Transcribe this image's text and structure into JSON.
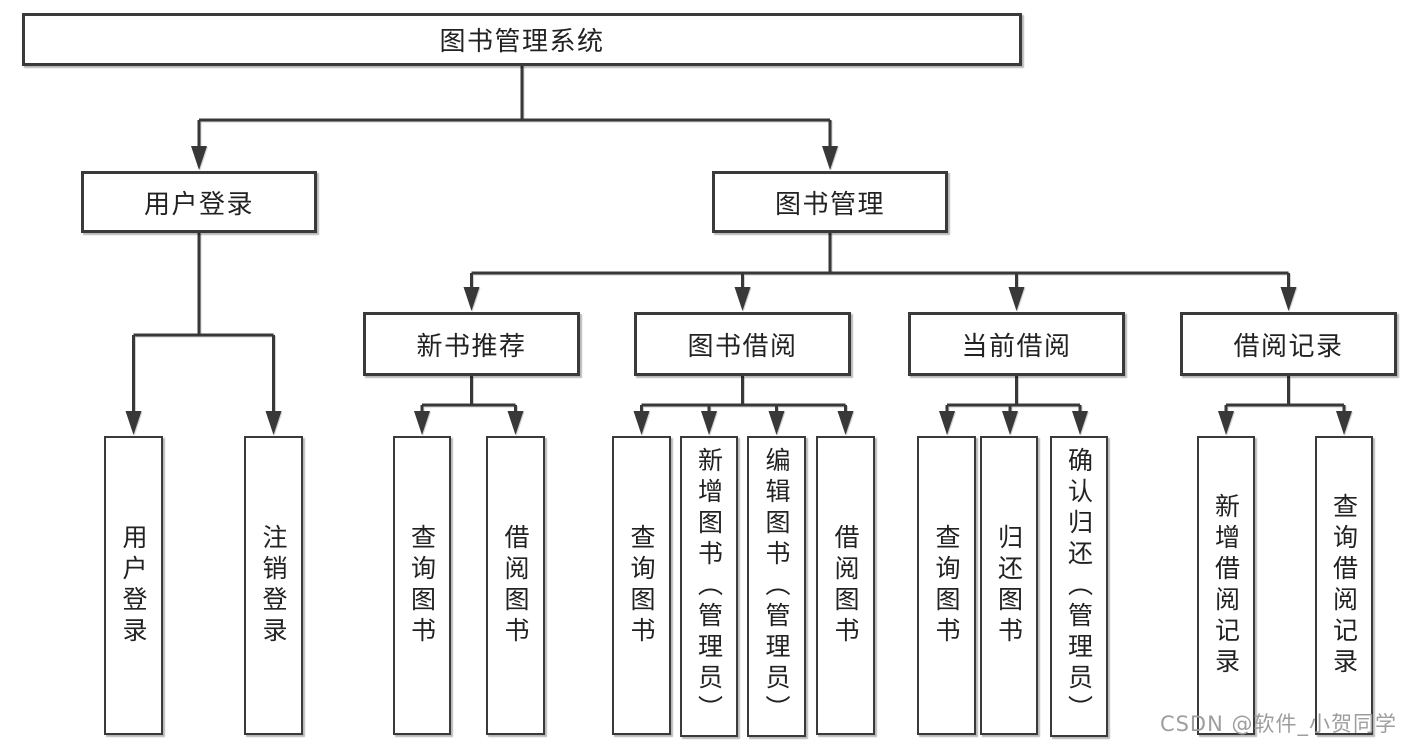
{
  "diagram": {
    "root": {
      "label": "图书管理系统"
    },
    "branches": [
      {
        "label": "用户登录"
      },
      {
        "label": "图书管理"
      }
    ],
    "modules": [
      {
        "label": "新书推荐"
      },
      {
        "label": "图书借阅"
      },
      {
        "label": "当前借阅"
      },
      {
        "label": "借阅记录"
      }
    ],
    "leaves": [
      {
        "label": "用户登录"
      },
      {
        "label": "注销登录"
      },
      {
        "label": "查询图书"
      },
      {
        "label": "借阅图书"
      },
      {
        "label": "查询图书"
      },
      {
        "label": "新增图书（管理员）"
      },
      {
        "label": "编辑图书（管理员）"
      },
      {
        "label": "借阅图书"
      },
      {
        "label": "查询图书"
      },
      {
        "label": "归还图书"
      },
      {
        "label": "确认归还（管理员）"
      },
      {
        "label": "新增借阅记录"
      },
      {
        "label": "查询借阅记录"
      }
    ]
  },
  "watermark": {
    "text": "CSDN @软件_小贺同学"
  },
  "colors": {
    "line": "#383838",
    "box_border": "#3a3a3a",
    "text": "#222222",
    "watermark": "#9e9e9e",
    "background": "#ffffff"
  }
}
